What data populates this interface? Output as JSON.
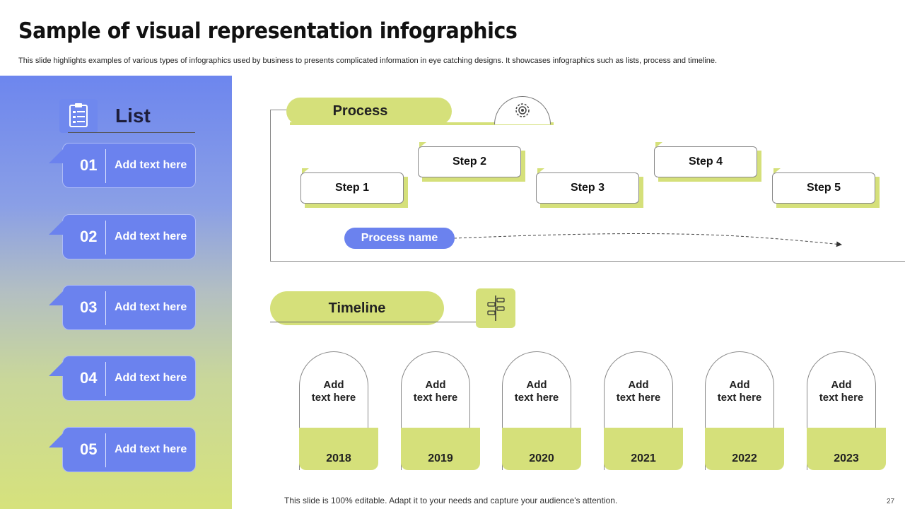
{
  "slide": {
    "title": "Sample of visual representation infographics",
    "subtitle": "This slide highlights examples of various types of infographics used by business to presents complicated information in eye catching designs. It showcases infographics such as lists, process and timeline.",
    "footer": "This slide is 100% editable. Adapt it to your needs and capture your audience's attention.",
    "page_number": "27"
  },
  "list": {
    "title": "List",
    "icon": "clipboard-icon",
    "items": [
      {
        "number": "01",
        "text": "Add text here"
      },
      {
        "number": "02",
        "text": "Add text here"
      },
      {
        "number": "03",
        "text": "Add text here"
      },
      {
        "number": "04",
        "text": "Add text here"
      },
      {
        "number": "05",
        "text": "Add text here"
      }
    ]
  },
  "process": {
    "title": "Process",
    "icon": "gear-icon",
    "steps": [
      {
        "label": "Step 1"
      },
      {
        "label": "Step 2"
      },
      {
        "label": "Step 3"
      },
      {
        "label": "Step 4"
      },
      {
        "label": "Step 5"
      }
    ],
    "process_name": "Process name"
  },
  "timeline": {
    "title": "Timeline",
    "icon": "timeline-icon",
    "entries": [
      {
        "text_line1": "Add",
        "text_line2": "text here",
        "year": "2018"
      },
      {
        "text_line1": "Add",
        "text_line2": "text here",
        "year": "2019"
      },
      {
        "text_line1": "Add",
        "text_line2": "text here",
        "year": "2020"
      },
      {
        "text_line1": "Add",
        "text_line2": "text here",
        "year": "2021"
      },
      {
        "text_line1": "Add",
        "text_line2": "text here",
        "year": "2022"
      },
      {
        "text_line1": "Add",
        "text_line2": "text here",
        "year": "2023"
      }
    ]
  },
  "colors": {
    "accent_blue": "#6b82ee",
    "accent_green": "#d5e07a"
  }
}
